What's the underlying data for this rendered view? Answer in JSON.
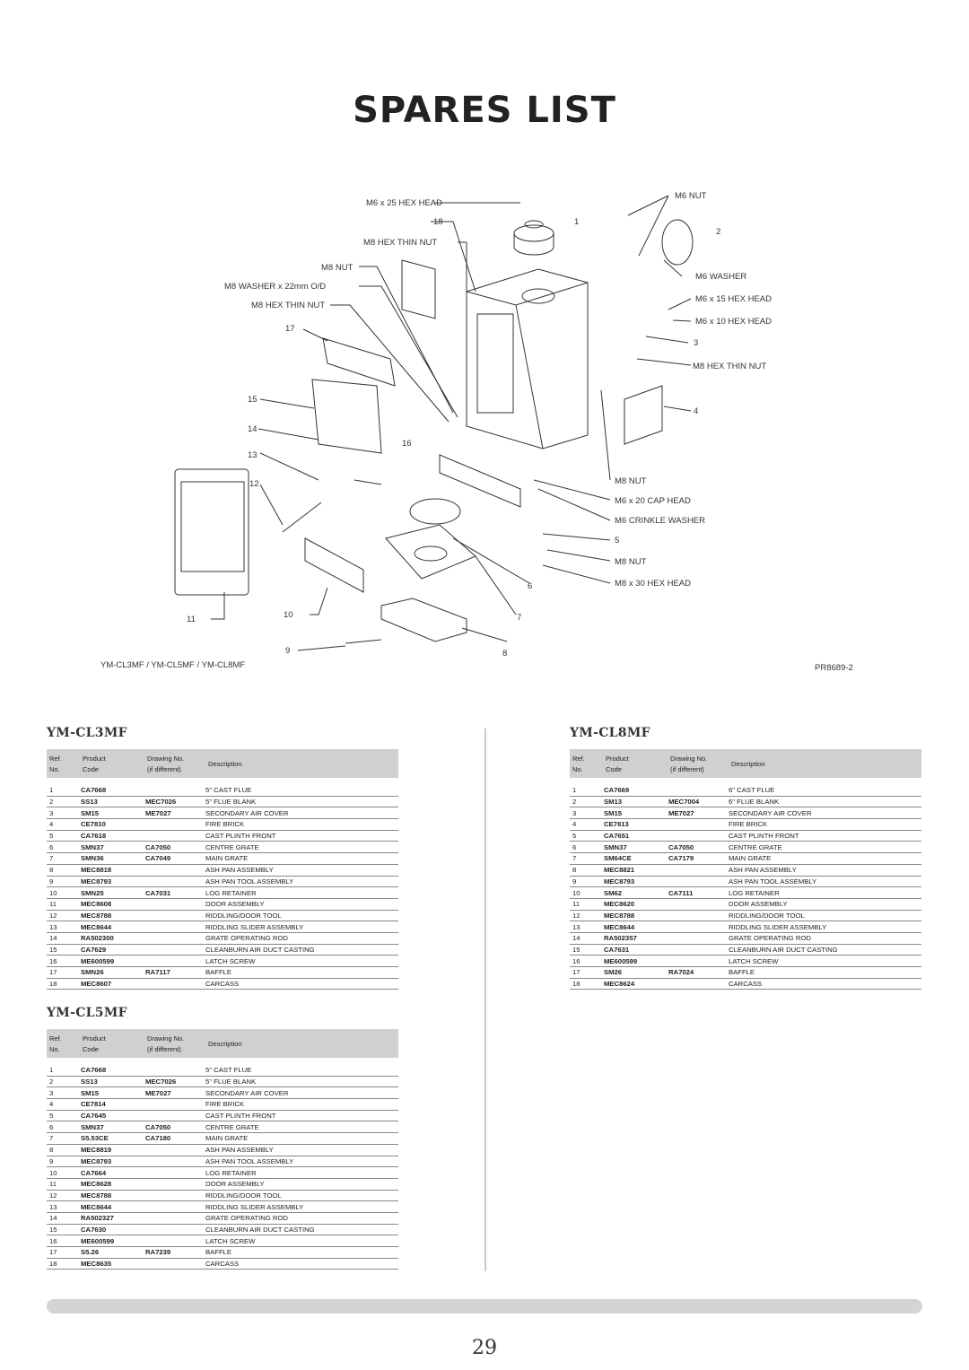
{
  "title": "SPARES LIST",
  "diagram": {
    "labels_left": [
      "M6 x 25 HEX HEAD",
      "18",
      "M8 HEX THIN NUT",
      "M8 NUT",
      "M8 WASHER x 22mm O/D",
      "M8 HEX THIN NUT",
      "17",
      "15",
      "14",
      "13",
      "12",
      "11",
      "10",
      "9",
      "16"
    ],
    "labels_right": [
      "M6 NUT",
      "1",
      "2",
      "M6 WASHER",
      "M6 x 15 HEX HEAD",
      "M6 x 10 HEX HEAD",
      "3",
      "M8 HEX THIN NUT",
      "4",
      "M8 NUT",
      "M6 x 20 CAP HEAD",
      "M6 CRINKLE WASHER",
      "5",
      "M8 NUT",
      "M8 x 30 HEX HEAD",
      "6",
      "7",
      "8"
    ],
    "models_caption": "YM-CL3MF / YM-CL5MF / YM-CL8MF",
    "ref_code": "PR8689-2"
  },
  "headers": {
    "ref1": "Ref.",
    "ref2": "No.",
    "prod1": "Product",
    "prod2": "Code",
    "draw1": "Drawing No.",
    "draw2": "(if different)",
    "desc": "Description"
  },
  "tables": {
    "cl3": {
      "title": "YM-CL3MF",
      "rows": [
        [
          "1",
          "CA7668",
          "",
          "5\" CAST FLUE"
        ],
        [
          "2",
          "SS13",
          "MEC7026",
          "5\" FLUE BLANK"
        ],
        [
          "3",
          "SM15",
          "ME7027",
          "SECONDARY AIR COVER"
        ],
        [
          "4",
          "CE7810",
          "",
          "FIRE BRICK"
        ],
        [
          "5",
          "CA7618",
          "",
          "CAST PLINTH FRONT"
        ],
        [
          "6",
          "SMN37",
          "CA7050",
          "CENTRE GRATE"
        ],
        [
          "7",
          "SMN36",
          "CA7049",
          "MAIN GRATE"
        ],
        [
          "8",
          "MEC8818",
          "",
          "ASH PAN ASSEMBLY"
        ],
        [
          "9",
          "MEC8793",
          "",
          "ASH PAN TOOL ASSEMBLY"
        ],
        [
          "10",
          "SMN25",
          "CA7031",
          "LOG RETAINER"
        ],
        [
          "11",
          "MEC8608",
          "",
          "DOOR ASSEMBLY"
        ],
        [
          "12",
          "MEC8788",
          "",
          "RIDDLING/DOOR TOOL"
        ],
        [
          "13",
          "MEC8644",
          "",
          "RIDDLING SLIDER ASSEMBLY"
        ],
        [
          "14",
          "RA502300",
          "",
          "GRATE OPERATING ROD"
        ],
        [
          "15",
          "CA7629",
          "",
          "CLEANBURN AIR DUCT CASTING"
        ],
        [
          "16",
          "ME600599",
          "",
          "LATCH SCREW"
        ],
        [
          "17",
          "SMN26",
          "RA7117",
          "BAFFLE"
        ],
        [
          "18",
          "MEC8607",
          "",
          "CARCASS"
        ]
      ]
    },
    "cl5": {
      "title": "YM-CL5MF",
      "rows": [
        [
          "1",
          "CA7668",
          "",
          "5\" CAST FLUE"
        ],
        [
          "2",
          "SS13",
          "MEC7026",
          "5\" FLUE BLANK"
        ],
        [
          "3",
          "SM15",
          "ME7027",
          "SECONDARY AIR COVER"
        ],
        [
          "4",
          "CE7814",
          "",
          "FIRE BRICK"
        ],
        [
          "5",
          "CA7645",
          "",
          "CAST PLINTH FRONT"
        ],
        [
          "6",
          "SMN37",
          "CA7050",
          "CENTRE GRATE"
        ],
        [
          "7",
          "S5.53CE",
          "CA7180",
          "MAIN GRATE"
        ],
        [
          "8",
          "MEC8819",
          "",
          "ASH PAN ASSEMBLY"
        ],
        [
          "9",
          "MEC8793",
          "",
          "ASH PAN TOOL ASSEMBLY"
        ],
        [
          "10",
          "CA7664",
          "",
          "LOG RETAINER"
        ],
        [
          "11",
          "MEC8628",
          "",
          "DOOR ASSEMBLY"
        ],
        [
          "12",
          "MEC8788",
          "",
          "RIDDLING/DOOR TOOL"
        ],
        [
          "13",
          "MEC8644",
          "",
          "RIDDLING SLIDER ASSEMBLY"
        ],
        [
          "14",
          "RA502327",
          "",
          "GRATE OPERATING ROD"
        ],
        [
          "15",
          "CA7630",
          "",
          "CLEANBURN AIR DUCT CASTING"
        ],
        [
          "16",
          "ME600599",
          "",
          "LATCH SCREW"
        ],
        [
          "17",
          "S5.26",
          "RA7239",
          "BAFFLE"
        ],
        [
          "18",
          "MEC8635",
          "",
          "CARCASS"
        ]
      ]
    },
    "cl8": {
      "title": "YM-CL8MF",
      "rows": [
        [
          "1",
          "CA7669",
          "",
          "6\" CAST FLUE"
        ],
        [
          "2",
          "SM13",
          "MEC7004",
          "6\" FLUE BLANK"
        ],
        [
          "3",
          "SM15",
          "ME7027",
          "SECONDARY AIR COVER"
        ],
        [
          "4",
          "CE7813",
          "",
          "FIRE BRICK"
        ],
        [
          "5",
          "CA7651",
          "",
          "CAST PLINTH FRONT"
        ],
        [
          "6",
          "SMN37",
          "CA7050",
          "CENTRE GRATE"
        ],
        [
          "7",
          "SM64CE",
          "CA7179",
          "MAIN GRATE"
        ],
        [
          "8",
          "MEC8821",
          "",
          "ASH PAN ASSEMBLY"
        ],
        [
          "9",
          "MEC8793",
          "",
          "ASH PAN TOOL ASSEMBLY"
        ],
        [
          "10",
          "SM62",
          "CA7111",
          "LOG RETAINER"
        ],
        [
          "11",
          "MEC8620",
          "",
          "DOOR ASSEMBLY"
        ],
        [
          "12",
          "MEC8788",
          "",
          "RIDDLING/DOOR TOOL"
        ],
        [
          "13",
          "MEC8644",
          "",
          "RIDDLING SLIDER ASSEMBLY"
        ],
        [
          "14",
          "RA502357",
          "",
          "GRATE OPERATING ROD"
        ],
        [
          "15",
          "CA7631",
          "",
          "CLEANBURN AIR DUCT CASTING"
        ],
        [
          "16",
          "ME600599",
          "",
          "LATCH SCREW"
        ],
        [
          "17",
          "SM26",
          "RA7024",
          "BAFFLE"
        ],
        [
          "18",
          "MEC8624",
          "",
          "CARCASS"
        ]
      ]
    }
  },
  "page_number": "29"
}
